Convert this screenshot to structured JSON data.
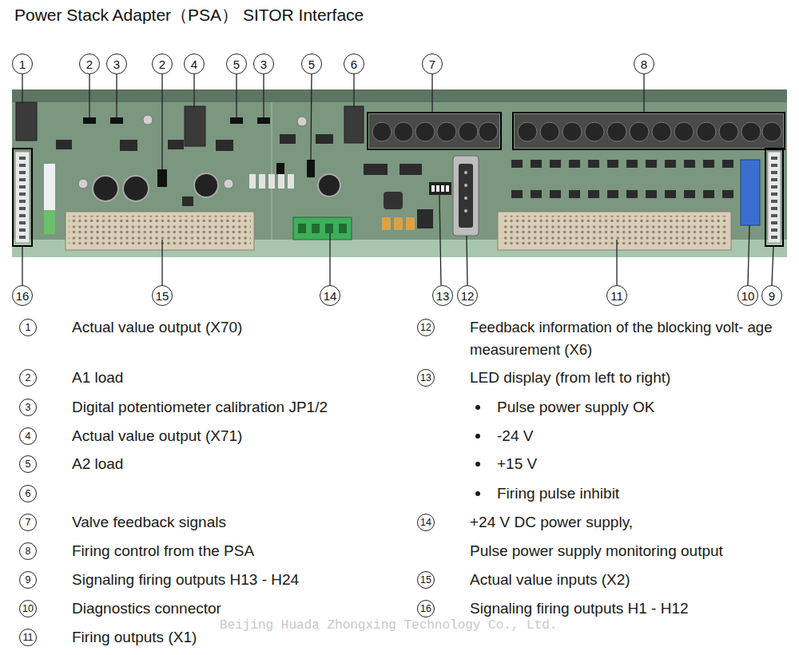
{
  "diagram": {
    "title": "Power Stack Adapter（PSA） SITOR Interface",
    "nodes": [
      {
        "text": [
          "1"
        ]
      },
      {
        "text": [
          "2"
        ]
      },
      {
        "text": [
          "3"
        ]
      },
      {
        "text": [
          "2"
        ]
      },
      {
        "text": [
          "4"
        ]
      },
      {
        "text": [
          "5"
        ]
      },
      {
        "text": [
          "3"
        ]
      },
      {
        "text": [
          "5"
        ]
      },
      {
        "text": [
          "6"
        ]
      },
      {
        "text": [
          "7"
        ]
      },
      {
        "text": [
          "8"
        ]
      },
      {
        "text": [
          "16"
        ]
      },
      {
        "text": [
          "15"
        ]
      },
      {
        "text": [
          "14"
        ]
      },
      {
        "text": [
          "13"
        ]
      },
      {
        "text": [
          "12"
        ]
      },
      {
        "text": [
          "11"
        ]
      },
      {
        "text": [
          "10"
        ]
      },
      {
        "text": [
          "9"
        ]
      },
      {
        "text": [
          "1",
          "Actual value output (X70)"
        ]
      },
      {
        "text": [
          "2",
          "A1 load"
        ]
      },
      {
        "text": [
          "3",
          "Digital potentiometer calibration JP1/2"
        ]
      },
      {
        "text": [
          "4",
          "Actual value output (X71)"
        ]
      },
      {
        "text": [
          "5",
          "A2 load"
        ]
      },
      {
        "text": [
          "6"
        ]
      },
      {
        "text": [
          "7",
          "Valve feedback signals"
        ]
      },
      {
        "text": [
          "8",
          "Firing control from the PSA"
        ]
      },
      {
        "text": [
          "9",
          "Signaling firing outputs H13 - H24"
        ]
      },
      {
        "text": [
          "10",
          "Diagnostics connector"
        ]
      },
      {
        "text": [
          "11",
          "Firing outputs (X1)"
        ]
      },
      {
        "text": [
          "12",
          "Feedback information of the blocking volt- age measurement (X6)"
        ]
      },
      {
        "text": [
          "13",
          "LED display (from left to right)",
          "Pulse power supply OK",
          "-24 V",
          "+15 V",
          "Firing pulse inhibit"
        ]
      },
      {
        "text": [
          "14",
          "+24 V DC power supply,",
          "Pulse power supply monitoring output"
        ]
      },
      {
        "text": [
          "15",
          "Actual value inputs (X2)"
        ]
      },
      {
        "text": [
          "16",
          "Signaling firing outputs H1 - H12"
        ]
      }
    ],
    "labels": [
      "Beijing Huada Zhongxing Technology Co., Ltd."
    ]
  }
}
